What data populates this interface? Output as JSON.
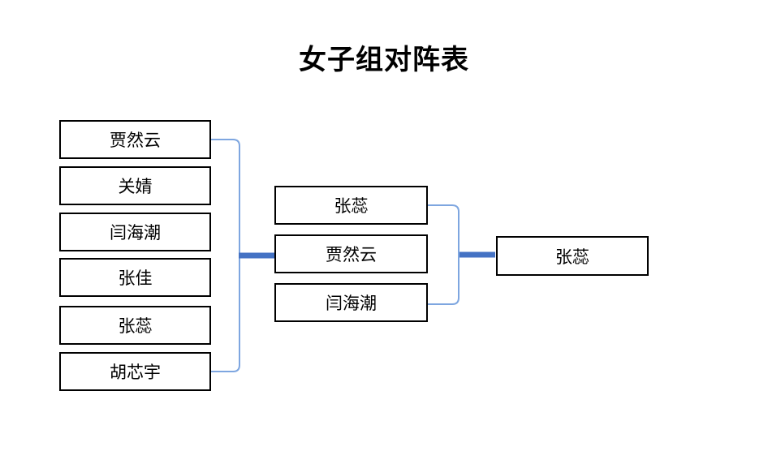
{
  "title": "女子组对阵表",
  "rounds": {
    "round1": {
      "players": [
        "贾然云",
        "关婧",
        "闫海潮",
        "张佳",
        "张蕊",
        "胡芯宇"
      ]
    },
    "round2": {
      "players": [
        "张蕊",
        "贾然云",
        "闫海潮"
      ]
    },
    "final": {
      "winner": "张蕊"
    }
  },
  "colors": {
    "background": "#FFFFFF",
    "box_border": "#000000",
    "thin_connector": "#7EA6E0",
    "thick_connector": "#4472C4",
    "title_text": "#000000"
  }
}
